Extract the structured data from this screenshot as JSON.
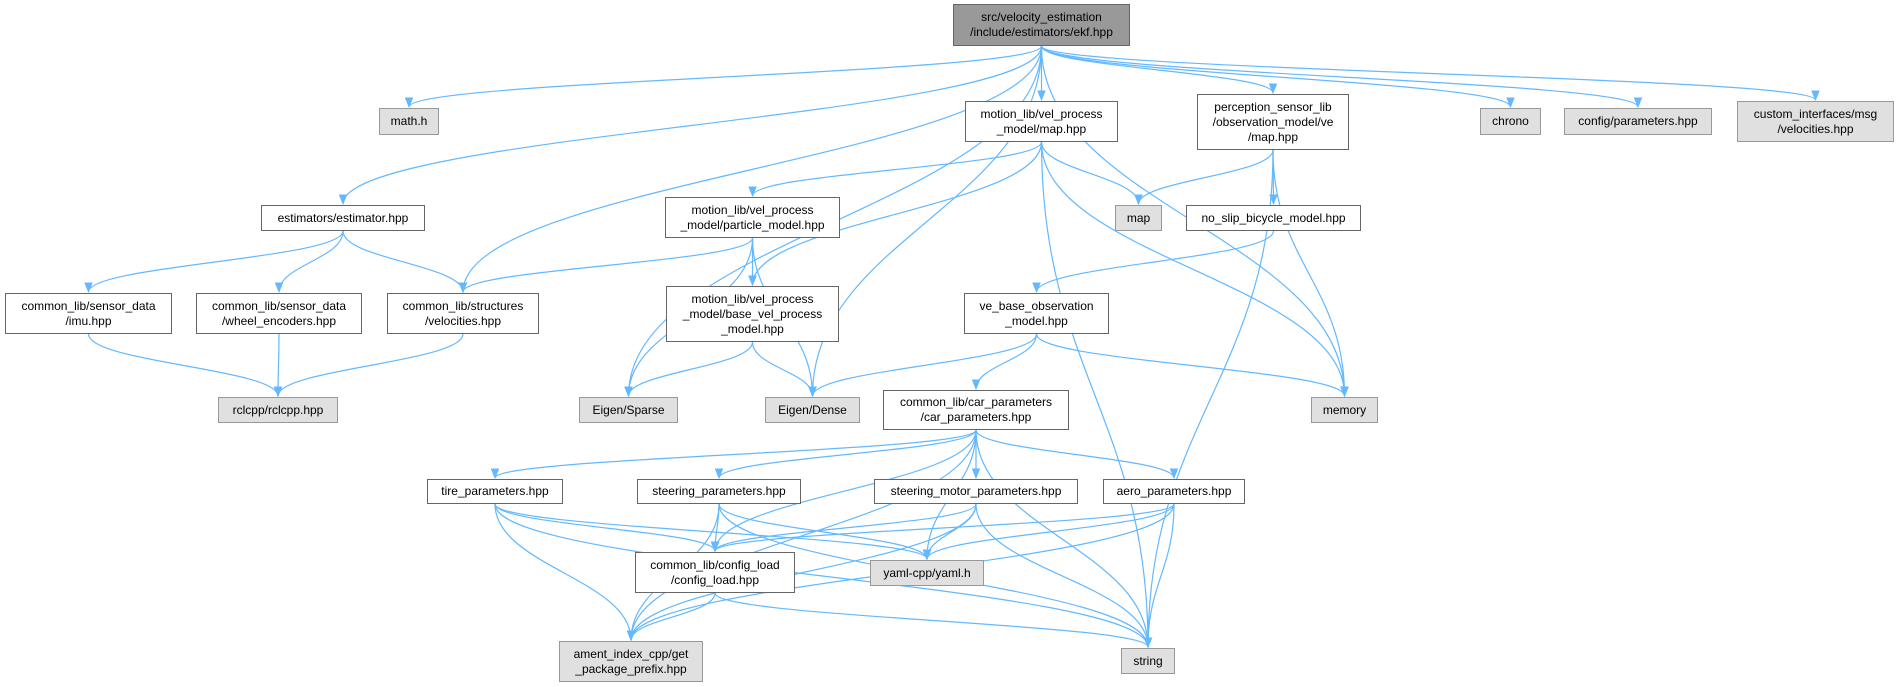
{
  "graph": {
    "title": "src/velocity_estimation/include/estimators/ekf.hpp include dependency graph",
    "edge_color": "#63b8ff",
    "nodes": {
      "root": "src/velocity_estimation\n/include/estimators/ekf.hpp",
      "math": "math.h",
      "estimator": "estimators/estimator.hpp",
      "imu": "common_lib/sensor_data\n/imu.hpp",
      "wheel": "common_lib/sensor_data\n/wheel_encoders.hpp",
      "velocities": "common_lib/structures\n/velocities.hpp",
      "rclcpp": "rclcpp/rclcpp.hpp",
      "motion_map": "motion_lib/vel_process\n_model/map.hpp",
      "particle": "motion_lib/vel_process\n_model/particle_model.hpp",
      "base_vel": "motion_lib/vel_process\n_model/base_vel_process\n_model.hpp",
      "sparse": "Eigen/Sparse",
      "dense": "Eigen/Dense",
      "perception": "perception_sensor_lib\n/observation_model/ve\n/map.hpp",
      "map": "map",
      "no_slip": "no_slip_bicycle_model.hpp",
      "ve_base": "ve_base_observation\n_model.hpp",
      "memory": "memory",
      "chrono": "chrono",
      "config_params": "config/parameters.hpp",
      "custom": "custom_interfaces/msg\n/velocities.hpp",
      "car_params": "common_lib/car_parameters\n/car_parameters.hpp",
      "tire": "tire_parameters.hpp",
      "steering": "steering_parameters.hpp",
      "steering_motor": "steering_motor_parameters.hpp",
      "aero": "aero_parameters.hpp",
      "config_load": "common_lib/config_load\n/config_load.hpp",
      "yaml": "yaml-cpp/yaml.h",
      "ament": "ament_index_cpp/get\n_package_prefix.hpp",
      "string": "string"
    },
    "edges": [
      [
        "root",
        "math"
      ],
      [
        "root",
        "estimator"
      ],
      [
        "root",
        "velocities"
      ],
      [
        "root",
        "sparse"
      ],
      [
        "root",
        "dense"
      ],
      [
        "root",
        "motion_map"
      ],
      [
        "root",
        "perception"
      ],
      [
        "root",
        "memory"
      ],
      [
        "root",
        "chrono"
      ],
      [
        "root",
        "config_params"
      ],
      [
        "root",
        "custom"
      ],
      [
        "estimator",
        "imu"
      ],
      [
        "estimator",
        "wheel"
      ],
      [
        "estimator",
        "velocities"
      ],
      [
        "imu",
        "rclcpp"
      ],
      [
        "wheel",
        "rclcpp"
      ],
      [
        "velocities",
        "rclcpp"
      ],
      [
        "motion_map",
        "particle"
      ],
      [
        "motion_map",
        "base_vel"
      ],
      [
        "motion_map",
        "map"
      ],
      [
        "motion_map",
        "memory"
      ],
      [
        "motion_map",
        "string"
      ],
      [
        "particle",
        "velocities"
      ],
      [
        "particle",
        "sparse"
      ],
      [
        "particle",
        "base_vel"
      ],
      [
        "particle",
        "dense"
      ],
      [
        "base_vel",
        "sparse"
      ],
      [
        "base_vel",
        "dense"
      ],
      [
        "perception",
        "map"
      ],
      [
        "perception",
        "no_slip"
      ],
      [
        "perception",
        "memory"
      ],
      [
        "perception",
        "string"
      ],
      [
        "no_slip",
        "ve_base"
      ],
      [
        "ve_base",
        "dense"
      ],
      [
        "ve_base",
        "car_params"
      ],
      [
        "ve_base",
        "memory"
      ],
      [
        "car_params",
        "tire"
      ],
      [
        "car_params",
        "steering"
      ],
      [
        "car_params",
        "steering_motor"
      ],
      [
        "car_params",
        "aero"
      ],
      [
        "car_params",
        "ament"
      ],
      [
        "car_params",
        "config_load"
      ],
      [
        "car_params",
        "yaml"
      ],
      [
        "car_params",
        "string"
      ],
      [
        "tire",
        "config_load"
      ],
      [
        "tire",
        "yaml"
      ],
      [
        "tire",
        "ament"
      ],
      [
        "tire",
        "string"
      ],
      [
        "steering",
        "config_load"
      ],
      [
        "steering",
        "yaml"
      ],
      [
        "steering",
        "ament"
      ],
      [
        "steering",
        "string"
      ],
      [
        "steering_motor",
        "config_load"
      ],
      [
        "steering_motor",
        "yaml"
      ],
      [
        "steering_motor",
        "ament"
      ],
      [
        "steering_motor",
        "string"
      ],
      [
        "aero",
        "config_load"
      ],
      [
        "aero",
        "yaml"
      ],
      [
        "aero",
        "ament"
      ],
      [
        "aero",
        "string"
      ],
      [
        "config_load",
        "ament"
      ],
      [
        "config_load",
        "string"
      ]
    ]
  }
}
